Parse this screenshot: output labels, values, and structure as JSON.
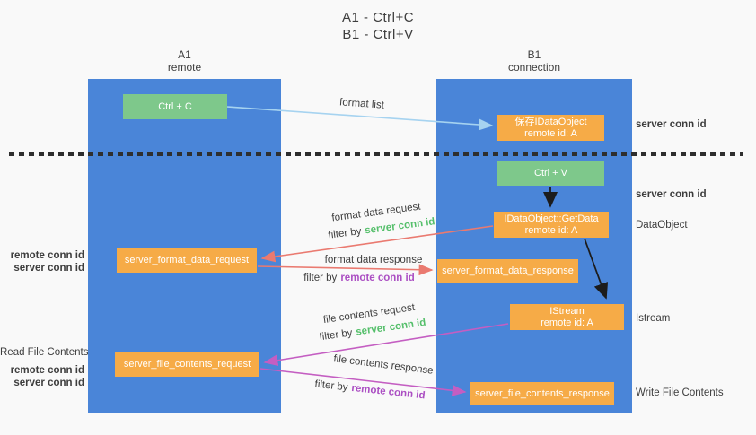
{
  "title": {
    "line1": "A1 - Ctrl+C",
    "line2": "B1 - Ctrl+V"
  },
  "lifelines": {
    "a1": {
      "name": "A1",
      "role": "remote"
    },
    "b1": {
      "name": "B1",
      "role": "connection"
    }
  },
  "nodes": {
    "ctrl_c": {
      "label": "Ctrl + C"
    },
    "save_idataobject": {
      "line1": "保存IDataObject",
      "line2": "remote id: A"
    },
    "ctrl_v": {
      "label": "Ctrl + V"
    },
    "getdata": {
      "line1": "IDataObject::GetData",
      "line2": "remote id: A"
    },
    "format_request": {
      "label": "server_format_data_request"
    },
    "format_response": {
      "label": "server_format_data_response"
    },
    "istream": {
      "line1": "IStream",
      "line2": "remote id: A"
    },
    "file_request": {
      "label": "server_file_contents_request"
    },
    "file_response": {
      "label": "server_file_contents_response"
    }
  },
  "edge_labels": {
    "format_list": "format list",
    "format_data_request": "format data request",
    "format_data_response": "format data response",
    "file_contents_request": "file contents request",
    "file_contents_response": "file contents response"
  },
  "terms": {
    "filter_by": "filter by",
    "server_conn_id": "server conn id",
    "remote_conn_id": "remote conn id"
  },
  "side_labels": {
    "dataobject": "DataObject",
    "istream": "Istream",
    "read_file_contents": "Read File Contents",
    "write_file_contents": "Write File Contents"
  },
  "colors": {
    "lifeline_blue": "#4a85d8",
    "node_green": "#7ec88b",
    "node_orange": "#f6ab47",
    "arrow_light_blue": "#a6d3f0",
    "arrow_red": "#ea7a70",
    "arrow_magenta": "#c45ec2",
    "arrow_black": "#1c1c1c",
    "label_green": "#55bf6b",
    "label_purple": "#ab4fc3",
    "text_dark": "#3d3d3d"
  }
}
